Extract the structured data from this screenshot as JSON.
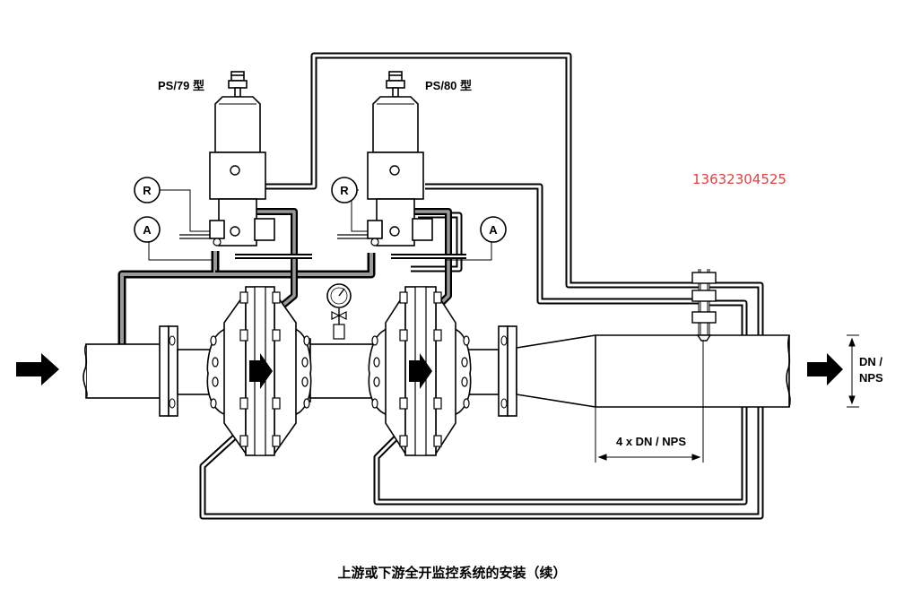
{
  "labels": {
    "regulator_left": "PS/79 型",
    "regulator_right": "PS/80 型",
    "gauge_r": "R",
    "gauge_a": "A",
    "dimension": "4 x DN / NPS",
    "outlet_size_line1": "DN /",
    "outlet_size_line2": "NPS",
    "phone": "13632304525",
    "caption": "上游或下游全开监控系统的安装（续）"
  },
  "colors": {
    "line": "#000000",
    "pipe_fill": "#ffffff",
    "tube_inner": "#9a9a9a",
    "phone": "#e04040"
  },
  "icons": [
    "flow-arrow-icon",
    "pressure-gauge-icon",
    "valve-icon"
  ]
}
